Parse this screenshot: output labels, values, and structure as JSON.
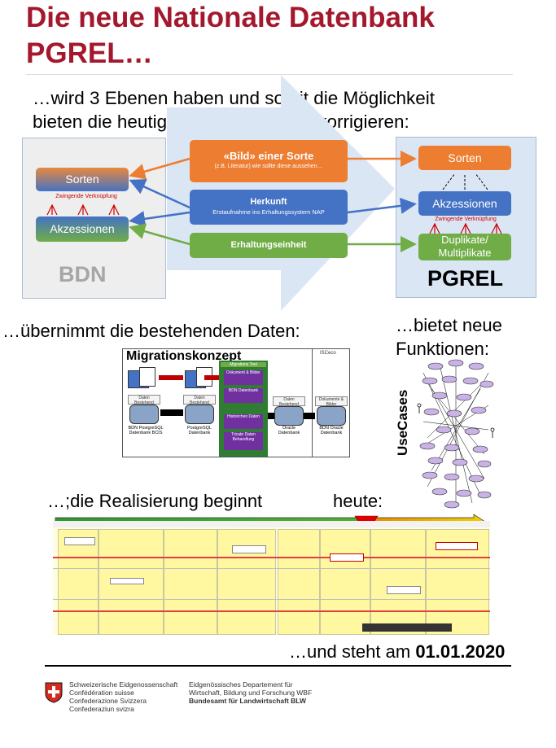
{
  "title_line1": "Die neue Nationale Datenbank",
  "title_line2": "PGREL…",
  "subtitle_line1": "…wird 3 Ebenen haben und somit die Möglichkeit",
  "subtitle_line2": "bieten die heutige Vermischung zu korrigieren:",
  "diagram": {
    "bdn": {
      "label": "BDN",
      "sorten": "Sorten",
      "verknuepfung": "Zwingende Verknüpfung",
      "akzessionen": "Akzessionen"
    },
    "middle": {
      "bild_title": "«Bild» einer Sorte",
      "bild_sub": "(z.B. Literatur) wie sollte diese aussehen…",
      "herkunft_title": "Herkunft",
      "herkunft_sub": "Erstaufnahme ins Erhaltungssystem NAP",
      "erhaltung_title": "Erhaltungseinheit"
    },
    "pgrel": {
      "label": "PGREL",
      "sorten": "Sorten",
      "akzessionen": "Akzessionen",
      "verknuepfung": "Zwingende Verknüpfung",
      "duplikate_line1": "Duplikate/",
      "duplikate_line2": "Multiplikate"
    }
  },
  "section_daten": "…übernimmt die bestehenden Daten:",
  "migration": {
    "title": "Migrationskonzept",
    "isceco": "ISCeco",
    "tool_label": "Migrations Tool",
    "tool_items": [
      "Dokument & Bilder",
      "BDN Datenbank",
      "Historichen Daten",
      "Tricate Daten Behandlung"
    ],
    "db1": "BDN PostgreSQL Datenbank BCIS",
    "db2": "PostgreSQL Datenbank",
    "db3": "Oracle Datenbank",
    "db4": "BDN Oracle Datenbank",
    "header_a": "Daten Bestehend",
    "header_b": "Daten Bestehend",
    "header_c": "Daten Bestehend",
    "header_d": "Dokumente & Bilder"
  },
  "section_funktionen_line1": "…bietet neue",
  "section_funktionen_line2": "Funktionen:",
  "usecases_label": "UseCases",
  "realisierung": "…;die Realisierung beginnt",
  "heute": "heute:",
  "footer_line_left": "…und steht am ",
  "footer_date": "01.01.2020",
  "logo": {
    "col1": [
      "Schweizerische Eidgenossenschaft",
      "Confédération suisse",
      "Confederazione Svizzera",
      "Confederaziun svizra"
    ],
    "col2_line1": "Eidgenössisches Departement für",
    "col2_line2": "Wirtschaft, Bildung und Forschung WBF",
    "col2_line3": "Bundesamt für Landwirtschaft BLW"
  },
  "colors": {
    "title_red": "#a3182d",
    "orange": "#ed7d31",
    "blue": "#4472c4",
    "green": "#70ad47",
    "panel_blue": "#dbe6f4",
    "panel_grey": "#eeeeee"
  }
}
